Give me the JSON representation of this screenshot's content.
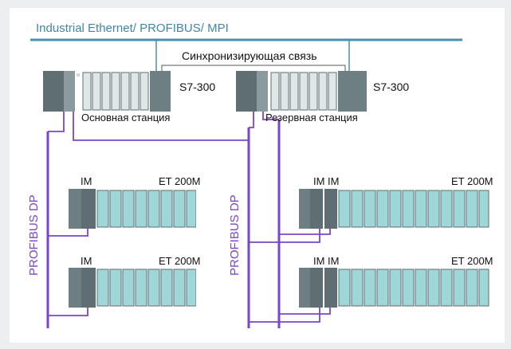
{
  "network": {
    "bus_label": "Industrial Ethernet/ PROFIBUS/ MPI",
    "sync_label": "Синхронизирующая связь"
  },
  "stations": {
    "main": {
      "cpu": "S7-300",
      "caption": "Основная станция"
    },
    "reserve": {
      "cpu": "S7-300",
      "caption": "Резервная станция"
    }
  },
  "profibus": {
    "left_label": "PROFIBUS DP",
    "right_label": "PROFIBUS DP"
  },
  "et200m": {
    "left_top": {
      "im": "IM",
      "name": "ET 200M"
    },
    "left_bottom": {
      "im": "IM",
      "name": "ET 200M"
    },
    "right_top": {
      "im": "IM IM",
      "name": "ET 200M"
    },
    "right_bottom": {
      "im": "IM IM",
      "name": "ET 200M"
    }
  },
  "colors": {
    "ethernet": "#4a8fab",
    "profibus": "#7a45c8",
    "rack_dark": "#5f6e72",
    "rack_light": "#9fd7d8"
  }
}
